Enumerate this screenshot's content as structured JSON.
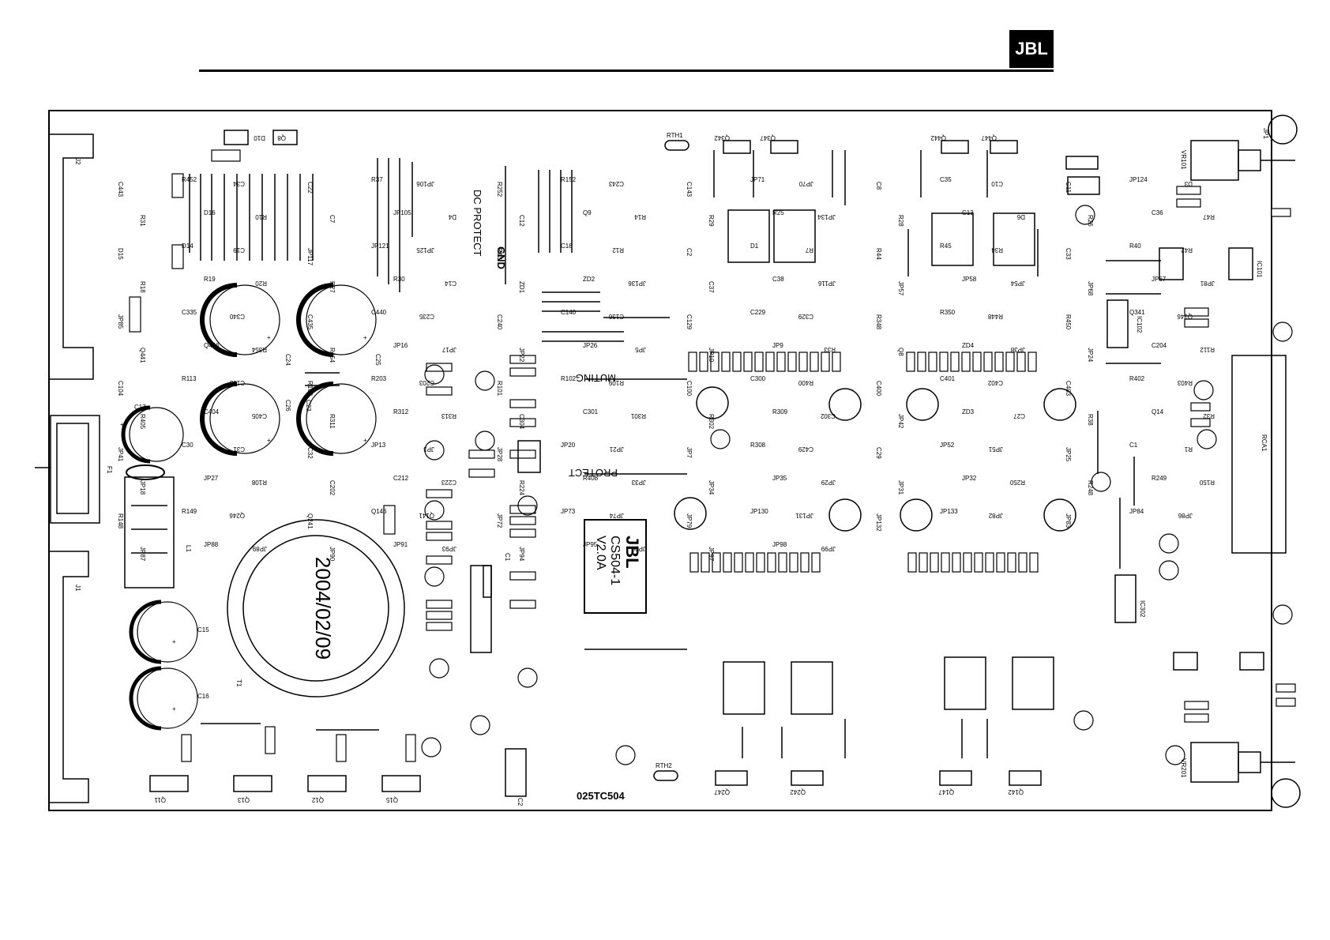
{
  "header": {
    "logo_text": "JBL"
  },
  "board": {
    "id_badge": {
      "brand": "JBL",
      "model": "CS504-1",
      "version": "V2.0A"
    },
    "date_stamp": "2004/02/09",
    "pcb_code": "025TC504",
    "section_labels": {
      "dc_protect": "DC PROTECT",
      "gnd": "GND",
      "muting": "MUTING",
      "protect": "PROTECT"
    },
    "connectors": [
      "J2",
      "J1",
      "F1",
      "RCA1",
      "JP1"
    ],
    "transformer": "T1",
    "inductor": "L1",
    "big_caps": [
      "C24",
      "C25",
      "C26",
      "C23",
      "C17",
      "C15",
      "C16"
    ],
    "heatsink_transistors": [
      "Q11",
      "Q13",
      "Q12",
      "Q15",
      "Q247",
      "Q242",
      "Q147",
      "Q142",
      "Q342",
      "Q347",
      "Q442",
      "Q447",
      "D10",
      "Q8"
    ],
    "thermistors": [
      "RTH1",
      "RTH2"
    ],
    "potentiometers": [
      "VR101",
      "VR201"
    ],
    "ics": [
      "IC101",
      "IC102",
      "IC302",
      "C1",
      "C2"
    ],
    "misc_labels": [
      "C443",
      "R452",
      "C34",
      "C22",
      "R37",
      "JP106",
      "R252",
      "R152",
      "C243",
      "C143",
      "JP71",
      "JP70",
      "C8",
      "C35",
      "C10",
      "C11",
      "JP124",
      "D3",
      "R31",
      "D16",
      "R10",
      "C7",
      "JP105",
      "D4",
      "C12",
      "Q9",
      "R14",
      "R29",
      "R25",
      "JP134",
      "R28",
      "C13",
      "D6",
      "R26",
      "C36",
      "R47",
      "D15",
      "D14",
      "C19",
      "JP117",
      "JP121",
      "JP125",
      "R13",
      "C18",
      "R12",
      "C2",
      "D1",
      "R7",
      "R44",
      "R45",
      "R34",
      "C33",
      "R40",
      "R42",
      "R18",
      "R19",
      "R20",
      "R27",
      "R30",
      "C14",
      "ZD1",
      "ZD2",
      "JP136",
      "C37",
      "C38",
      "JP116",
      "JP57",
      "JP58",
      "JP54",
      "JP68",
      "JP67",
      "JP81",
      "JP85",
      "C335",
      "C340",
      "C435",
      "C440",
      "C235",
      "C240",
      "C140",
      "C136",
      "C129",
      "C229",
      "C329",
      "R348",
      "R350",
      "R448",
      "R450",
      "Q341",
      "Q346",
      "Q441",
      "Q446",
      "R354",
      "R454",
      "JP16",
      "JP17",
      "JP22",
      "JP26",
      "JP5",
      "JP10",
      "JP9",
      "R33",
      "Q8",
      "ZD4",
      "JP38",
      "JP24",
      "C204",
      "R112",
      "C104",
      "R113",
      "C105",
      "R103",
      "R203",
      "C203",
      "R101",
      "R102",
      "R109",
      "C100",
      "C300",
      "R400",
      "C400",
      "C401",
      "C402",
      "C403",
      "R402",
      "R403",
      "R405",
      "C404",
      "C405",
      "R311",
      "R312",
      "R313",
      "C304",
      "C301",
      "R301",
      "R302",
      "R309",
      "C302",
      "JP42",
      "ZD3",
      "C27",
      "R38",
      "Q14",
      "R32",
      "JP41",
      "C30",
      "C31",
      "C32",
      "JP13",
      "JP3",
      "JP28",
      "JP20",
      "JP21",
      "JP7",
      "R308",
      "C429",
      "C29",
      "JP52",
      "JP51",
      "JP25",
      "C1",
      "R1",
      "JP18",
      "JP27",
      "R108",
      "C202",
      "C212",
      "C223",
      "R224",
      "R408",
      "JP33",
      "JP34",
      "JP35",
      "JP29",
      "JP31",
      "JP32",
      "R250",
      "R248",
      "R249",
      "R150",
      "R148",
      "R149",
      "Q246",
      "Q241",
      "Q146",
      "Q141",
      "JP72",
      "JP73",
      "JP74",
      "JP79",
      "JP130",
      "JP131",
      "JP132",
      "JP133",
      "JP82",
      "JP83",
      "JP84",
      "JP86",
      "JP87",
      "JP88",
      "JP89",
      "JP90",
      "JP91",
      "JP93",
      "JP94",
      "JP95",
      "JP96",
      "JP97",
      "JP98",
      "JP99"
    ]
  }
}
